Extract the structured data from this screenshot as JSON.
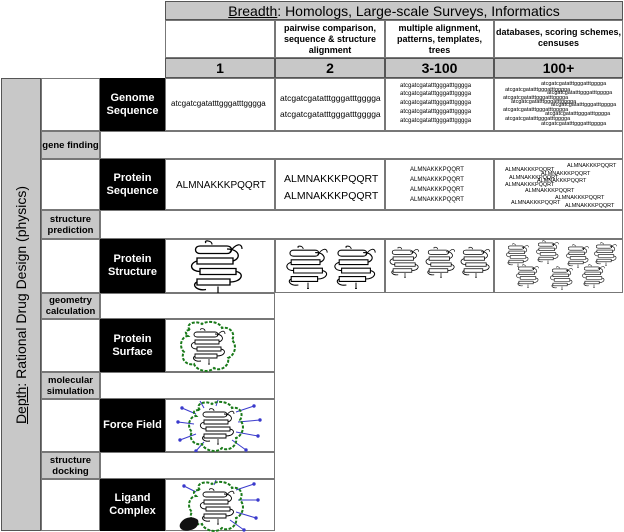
{
  "breadth": {
    "title_underlined": "Breadth",
    "title_rest": ": Homologs, Large-scale Surveys, Informatics",
    "col_descriptions": [
      "",
      "pairwise comparison, sequence & structure alignment",
      "multiple alignment, patterns, templates, trees",
      "databases, scoring schemes, censuses"
    ],
    "col_numbers": [
      "1",
      "2",
      "3-100",
      "100+"
    ]
  },
  "depth": {
    "title_underlined": "Depth",
    "title_rest": ": Rational Drug Design (physics)"
  },
  "levels": [
    "Genome Sequence",
    "Protein Sequence",
    "Protein Structure",
    "Protein Surface",
    "Force Field",
    "Ligand Complex"
  ],
  "transitions": [
    "gene finding",
    "structure prediction",
    "geometry calculation",
    "molecular simulation",
    "structure docking"
  ],
  "dna_sequence": "atcgatcgatatttgggatttgggga",
  "protein_sequence": "ALMNAKKKPQQRT"
}
